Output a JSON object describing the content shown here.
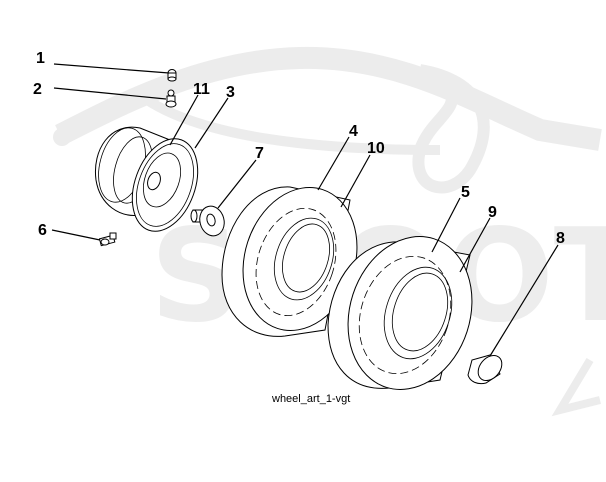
{
  "watermark": {
    "text": "SCOOTER"
  },
  "diagram": {
    "callouts": [
      "1",
      "2",
      "11",
      "3",
      "7",
      "4",
      "10",
      "6",
      "5",
      "9",
      "8"
    ],
    "caption": "wheel_art_1-vgt"
  }
}
